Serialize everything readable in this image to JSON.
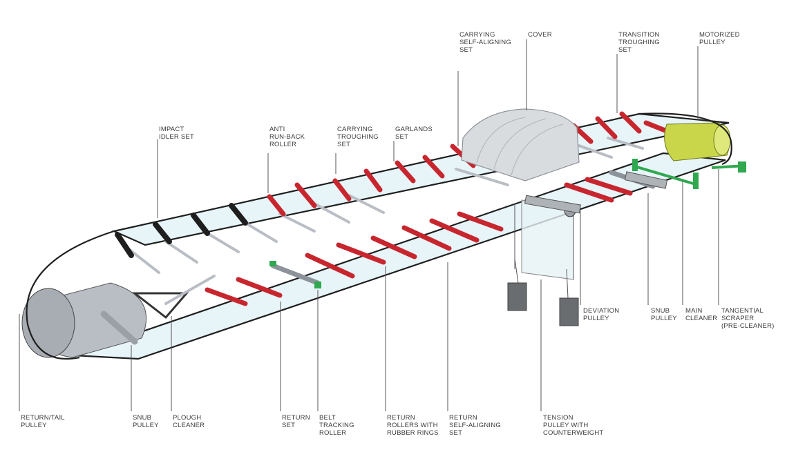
{
  "labels": {
    "impact_idler_set": [
      "IMPACT",
      "IDLER SET"
    ],
    "anti_run_back_roller": [
      "ANTI",
      "RUN-BACK",
      "ROLLER"
    ],
    "carrying_troughing_set": [
      "CARRYING",
      "TROUGHING",
      "SET"
    ],
    "garlands_set": [
      "GARLANDS",
      "SET"
    ],
    "carrying_self_aligning_set": [
      "CARRYING",
      "SELF-ALIGNING",
      "SET"
    ],
    "cover": [
      "COVER"
    ],
    "transition_troughing_set": [
      "TRANSITION",
      "TROUGHING",
      "SET"
    ],
    "motorized_pulley": [
      "MOTORIZED",
      "PULLEY"
    ],
    "deviation_pulley": [
      "DEVIATION",
      "PULLEY"
    ],
    "snub_pulley_right": [
      "SNUB",
      "PULLEY"
    ],
    "main_cleaner": [
      "MAIN",
      "CLEANER"
    ],
    "tangential_scraper": [
      "TANGENTIAL",
      "SCRAPER",
      "(PRE-CLEANER)"
    ],
    "return_tail_pulley": [
      "RETURN/TAIL",
      "PULLEY"
    ],
    "snub_pulley_left": [
      "SNUB",
      "PULLEY"
    ],
    "plough_cleaner": [
      "PLOUGH",
      "CLEANER"
    ],
    "return_set": [
      "RETURN",
      "SET"
    ],
    "belt_tracking_roller": [
      "BELT",
      "TRACKING",
      "ROLLER"
    ],
    "return_rollers_rubber_rings": [
      "RETURN",
      "ROLLERS WITH",
      "RUBBER RINGS"
    ],
    "return_self_aligning_set": [
      "RETURN",
      "SELF-ALIGNING",
      "SET"
    ],
    "tension_pulley_counterweight": [
      "TENSION",
      "PULLEY WITH",
      "COUNTERWEIGHT"
    ]
  },
  "colors": {
    "belt": "#dff0f5",
    "belt_outline": "#1f1f1f",
    "carrying_roller": "#c8262e",
    "impact_roller": "#1e1e1e",
    "frame": "#b9bec4",
    "motorized_pulley": "#c9d64a",
    "tracking_part": "#2fa84f"
  }
}
